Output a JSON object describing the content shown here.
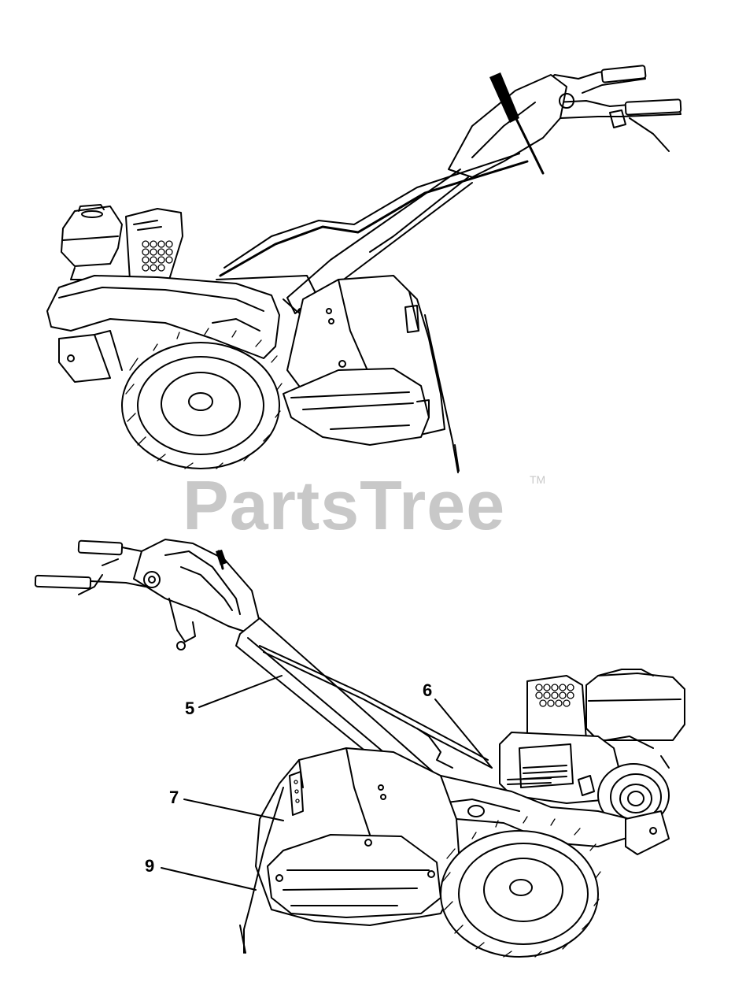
{
  "watermark": {
    "text": "PartsTree",
    "trademark": "TM"
  },
  "callouts": [
    {
      "id": "5",
      "label": "5"
    },
    {
      "id": "6",
      "label": "6"
    },
    {
      "id": "7",
      "label": "7"
    },
    {
      "id": "9",
      "label": "9"
    }
  ],
  "colors": {
    "line": "#000000",
    "watermark": "#c8c8c8",
    "background": "#ffffff"
  }
}
